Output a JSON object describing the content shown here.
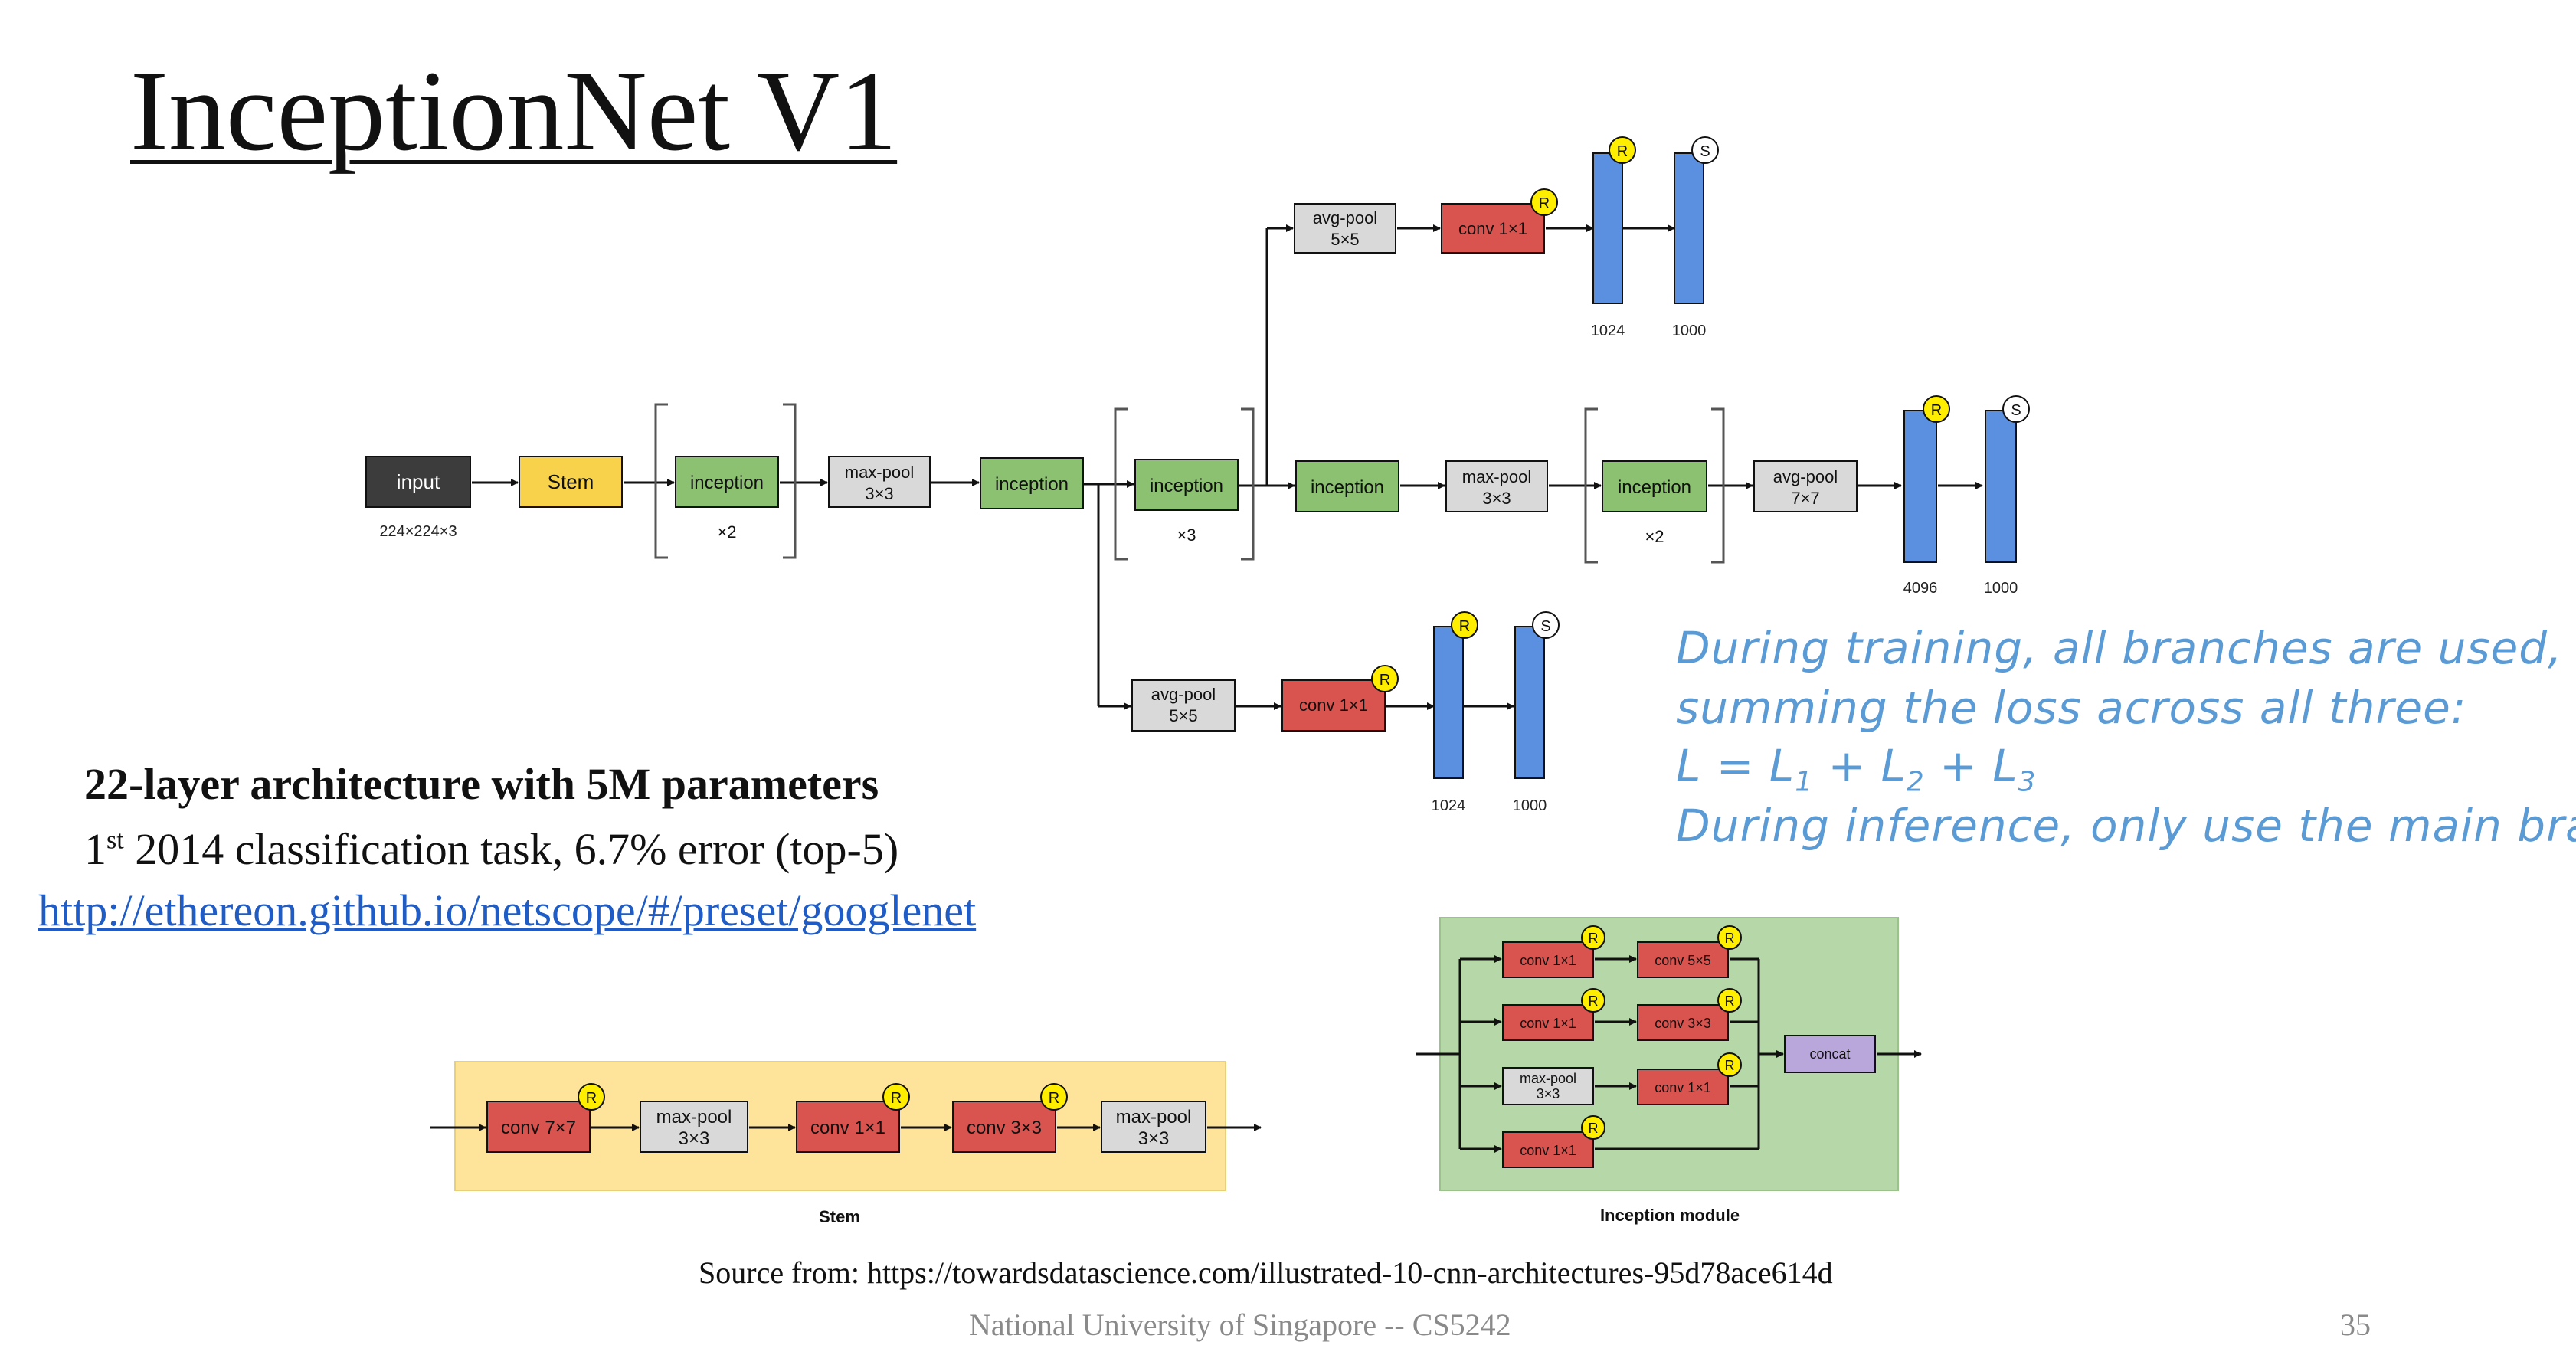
{
  "slide": {
    "title": "InceptionNet V1",
    "fact_bold": "22-layer architecture with 5M parameters",
    "fact_ordinal": "1",
    "fact_ordinal_suffix": "st",
    "fact_rest": " 2014 classification task, 6.7% error (top-5)",
    "link": "http://ethereon.github.io/netscope/#/preset/googlenet",
    "source": "Source from: https://towardsdatascience.com/illustrated-10-cnn-architectures-95d78ace614d",
    "footer": "National University of Singapore -- CS5242",
    "page_number": "35"
  },
  "note": {
    "line1": "During training, all branches are used,",
    "line2": "summing the loss across all three:",
    "eq_L": "L = L",
    "eq_s1": "1",
    "eq_plus1": " + L",
    "eq_s2": "2",
    "eq_plus2": " + L",
    "eq_s3": "3",
    "line4": "During inference, only use the main branch"
  },
  "diagram": {
    "input": "input",
    "input_dims": "224×224×3",
    "stem": "Stem",
    "inception": "inception",
    "maxpool": "max-pool",
    "avgpool": "avg-pool",
    "k3": "3×3",
    "k5": "5×5",
    "k7": "7×7",
    "x2": "×2",
    "x3": "×3",
    "conv1": "conv 1×1",
    "conv3": "conv 3×3",
    "conv5": "conv 5×5",
    "conv7": "conv 7×7",
    "concat": "concat",
    "relu": "R",
    "softmax": "S",
    "fc1024": "1024",
    "fc1000": "1000",
    "fc4096": "4096",
    "stem_caption": "Stem",
    "inception_caption": "Inception module"
  },
  "colors": {
    "green": "#8bc170",
    "yellow": "#f8d24a",
    "red": "#d9534f",
    "gray": "#d9d9d9",
    "dark": "#3c3c3c",
    "blue": "#5b8fe0",
    "purple": "#b9a6db",
    "stem_bg": "#fde49a",
    "module_bg": "#b6d7a8",
    "relu_yellow": "#ffee00",
    "handwriting": "#5b9bd5"
  }
}
